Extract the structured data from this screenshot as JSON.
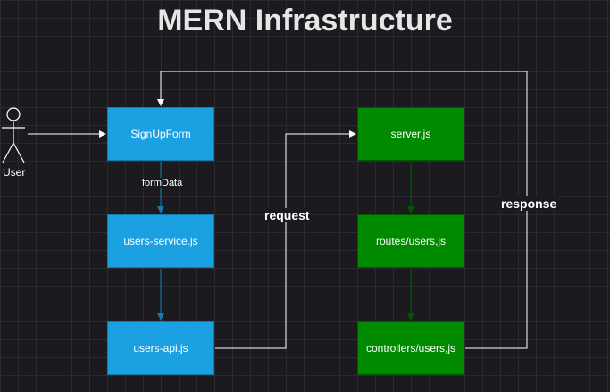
{
  "title": "MERN Infrastructure",
  "actor": {
    "label": "User"
  },
  "nodes": {
    "signup_form": "SignUpForm",
    "users_service": "users-service.js",
    "users_api": "users-api.js",
    "server": "server.js",
    "routes": "routes/users,js",
    "controllers": "controllers/users,js"
  },
  "edges": {
    "form_data": "formData",
    "request": "request",
    "response": "response"
  },
  "colors": {
    "background": "#1b1b1f",
    "client_node": "#1ba1e2",
    "server_node": "#008a00",
    "edge_light": "#ffffff",
    "edge_blue": "#1479b0",
    "edge_green": "#005700"
  }
}
